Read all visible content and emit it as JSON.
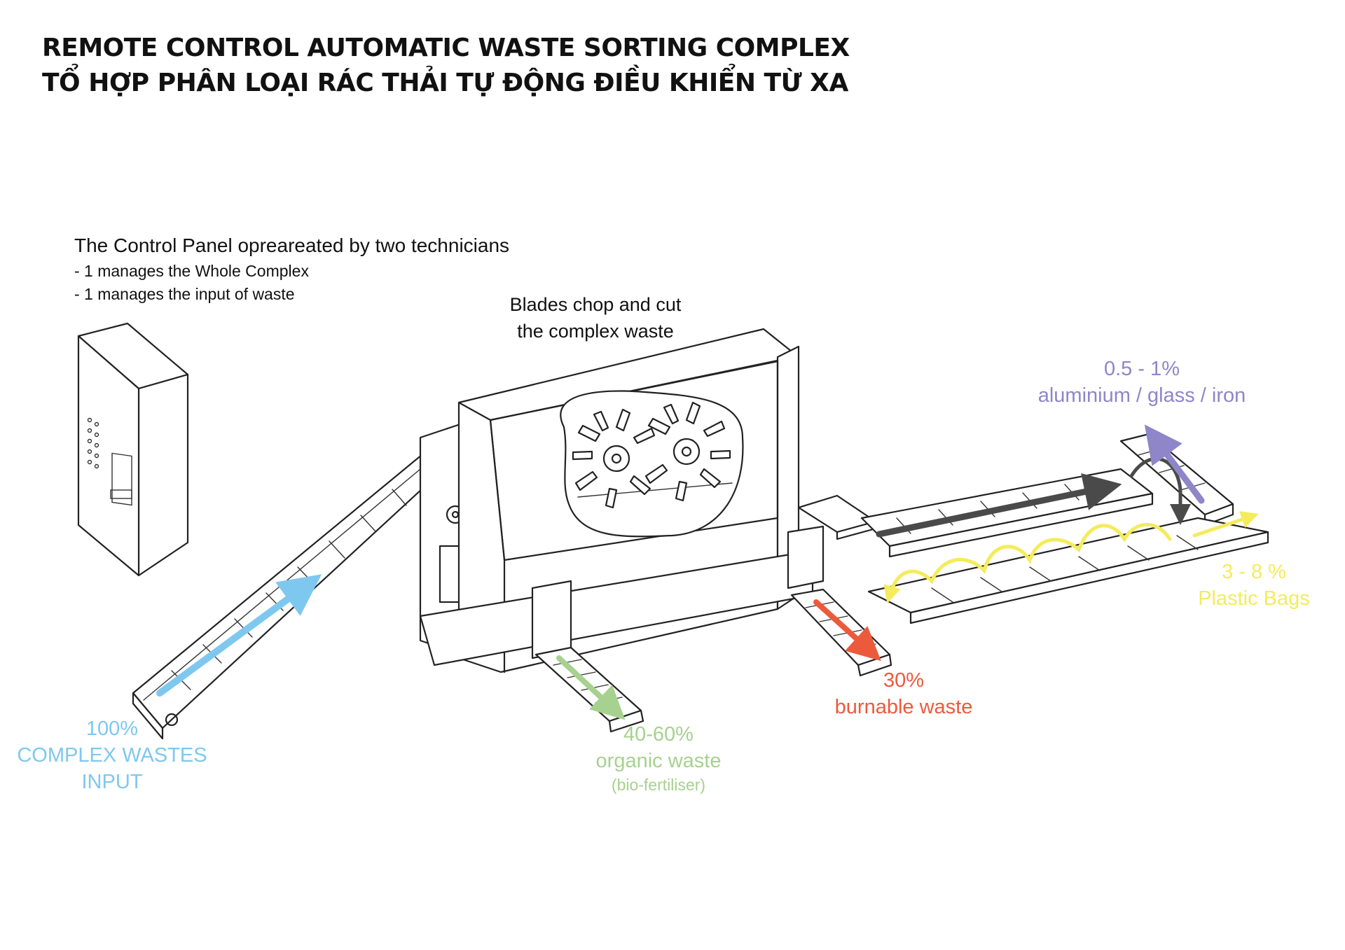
{
  "title": {
    "line1": "REMOTE CONTROL AUTOMATIC WASTE SORTING COMPLEX",
    "line2": "TỔ HỢP PHÂN LOẠI RÁC THẢI TỰ ĐỘNG ĐIỀU KHIỂN TỪ XA"
  },
  "control_panel_note": {
    "heading": "The Control Panel opreareated by two technicians",
    "items": [
      "- 1 manages the Whole Complex",
      "- 1 manages the input of waste"
    ]
  },
  "blades_caption": {
    "line1": "Blades chop and cut",
    "line2": "the complex waste"
  },
  "outputs": {
    "input": {
      "percent": "100%",
      "line2": "COMPLEX WASTES",
      "line3": "INPUT",
      "color": "#7ec8f0"
    },
    "organic": {
      "percent": "40-60%",
      "name": "organic waste",
      "note": "(bio-fertiliser)",
      "color": "#a6d18e"
    },
    "burnable": {
      "percent": "30%",
      "name": "burnable waste",
      "color": "#ec5a3c"
    },
    "metal": {
      "percent": "0.5 - 1%",
      "name": "aluminium / glass / iron",
      "color": "#8e86c8"
    },
    "plastic": {
      "percent": "3 - 8 %",
      "name": "Plastic Bags",
      "color": "#f4ec5a"
    }
  },
  "conveyor_arrow_color": "#4a4a4a"
}
